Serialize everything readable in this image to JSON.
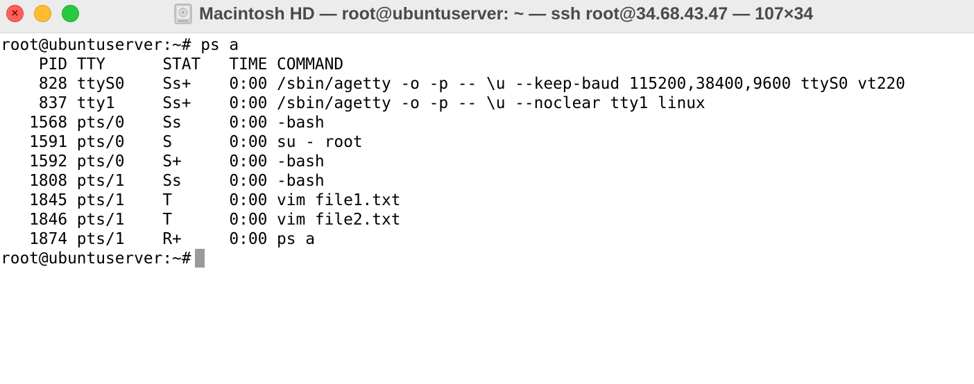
{
  "window": {
    "title": "Macintosh HD — root@ubuntuserver: ~ — ssh root@34.68.43.47 — 107×34",
    "controls": {
      "close_glyph": "×"
    },
    "colors": {
      "close": "#ff5f57",
      "minimize": "#febc2e",
      "zoom": "#28c840",
      "cursor": "#9a9a9a"
    },
    "icon": "hard-disk-icon"
  },
  "terminal": {
    "prompt_command": "root@ubuntuserver:~# ps a",
    "header": "    PID TTY      STAT   TIME COMMAND",
    "rows": [
      "    828 ttyS0    Ss+    0:00 /sbin/agetty -o -p -- \\u --keep-baud 115200,38400,9600 ttyS0 vt220",
      "    837 tty1     Ss+    0:00 /sbin/agetty -o -p -- \\u --noclear tty1 linux",
      "   1568 pts/0    Ss     0:00 -bash",
      "   1591 pts/0    S      0:00 su - root",
      "   1592 pts/0    S+     0:00 -bash",
      "   1808 pts/1    Ss     0:00 -bash",
      "   1845 pts/1    T      0:00 vim file1.txt",
      "   1846 pts/1    T      0:00 vim file2.txt",
      "   1874 pts/1    R+     0:00 ps a"
    ],
    "current_prompt": "root@ubuntuserver:~#"
  }
}
